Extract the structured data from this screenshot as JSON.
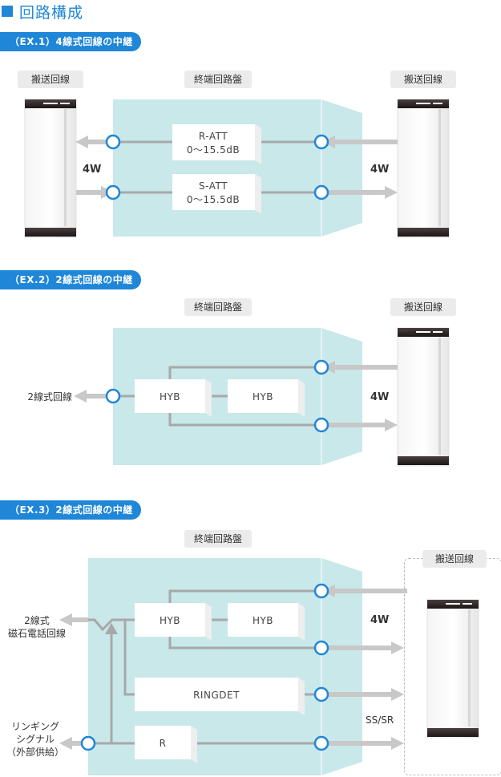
{
  "page_title": "回路構成",
  "colors": {
    "accent": "#1f86d8",
    "panel": "#c8e8ea",
    "line": "#a8a8a8",
    "arrow": "#c8c8c8",
    "node_stroke": "#1f86d8"
  },
  "ex1": {
    "label": "（EX.1）4線式回線の中継",
    "left_tag": "搬送回線",
    "center_tag": "終端回路盤",
    "right_tag": "搬送回線",
    "r_att_name": "R-ATT",
    "r_att_range": "0〜15.5dB",
    "s_att_name": "S-ATT",
    "s_att_range": "0〜15.5dB",
    "left_w": "4W",
    "right_w": "4W"
  },
  "ex2": {
    "label": "（EX.2）2線式回線の中継",
    "center_tag": "終端回路盤",
    "right_tag": "搬送回線",
    "left_side": "2線式回線",
    "hyb_left": "HYB",
    "hyb_right": "HYB",
    "right_w": "4W"
  },
  "ex3": {
    "label": "（EX.3）2線式回線の中継",
    "center_tag": "終端回路盤",
    "right_tag": "搬送回線",
    "left_side_1": "2線式",
    "left_side_2": "磁石電話回線",
    "ring_1": "リンギング",
    "ring_2": "シグナル",
    "ring_3": "（外部供給）",
    "hyb_left": "HYB",
    "hyb_right": "HYB",
    "ringdet": "RINGDET",
    "r_block": "R",
    "right_w": "4W",
    "ss_sr": "SS/SR"
  }
}
